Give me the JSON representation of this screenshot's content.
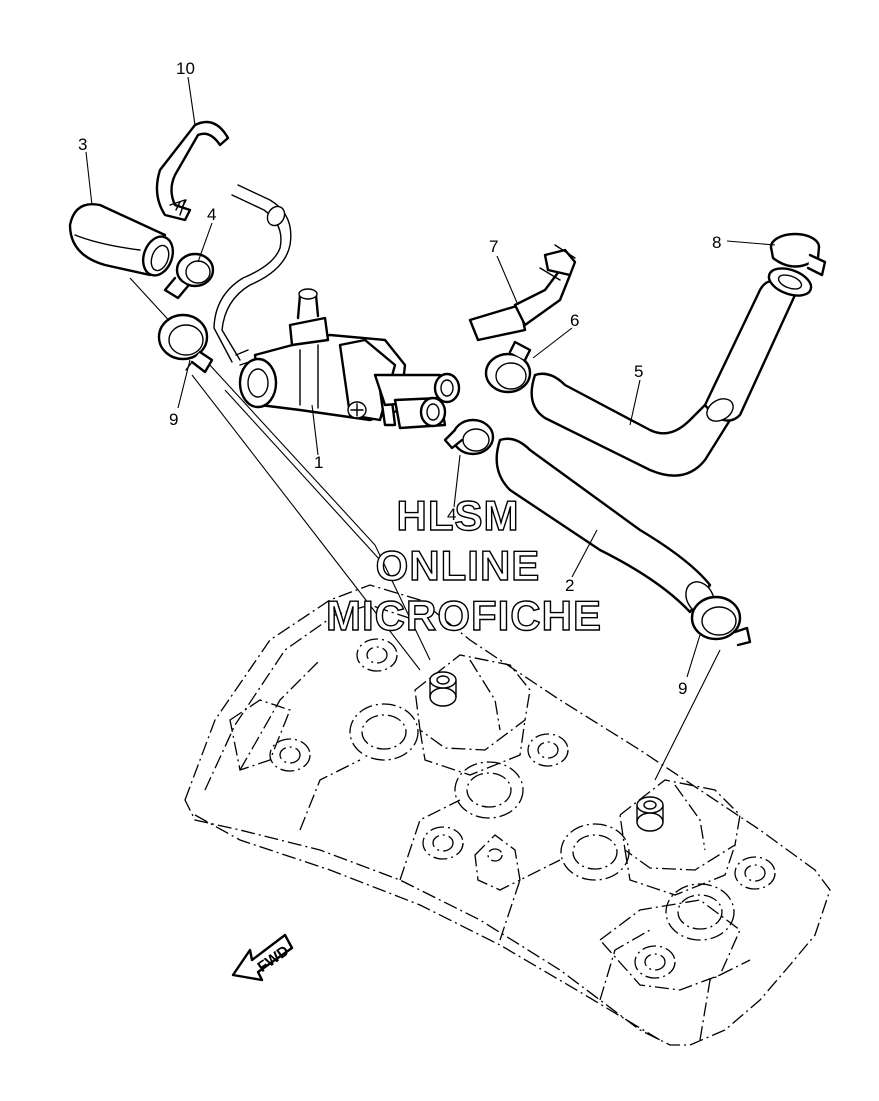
{
  "callouts": {
    "c1": "1",
    "c2": "2",
    "c3": "3",
    "c4a": "4",
    "c4b": "4",
    "c5": "5",
    "c6": "6",
    "c7": "7",
    "c8": "8",
    "c9a": "9",
    "c9b": "9",
    "c10": "10"
  },
  "watermark": {
    "line1": "HLSM",
    "line2": "ONLINE",
    "line3": "MICROFICHE"
  },
  "fwd_label": "FWD",
  "colors": {
    "ink": "#000000",
    "paper": "#ffffff"
  }
}
